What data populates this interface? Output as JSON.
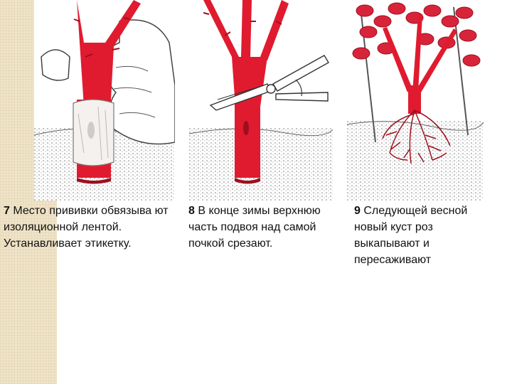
{
  "colors": {
    "stem": "#e01b2f",
    "stem_dark": "#9e0f1e",
    "ground": "#8a8a8a",
    "strip": "#efe4c8",
    "tape": "#f4f1ee"
  },
  "steps": [
    {
      "number": "7",
      "text": "Место прививки обвязыва ют изоляционной лентой. Устанавливает этикетку."
    },
    {
      "number": "8",
      "text": "В конце зимы верхнюю часть подвоя над самой почкой срезают."
    },
    {
      "number": "9",
      "text": "Следующей весной новый куст роз выкапывают и пересаживают"
    }
  ]
}
